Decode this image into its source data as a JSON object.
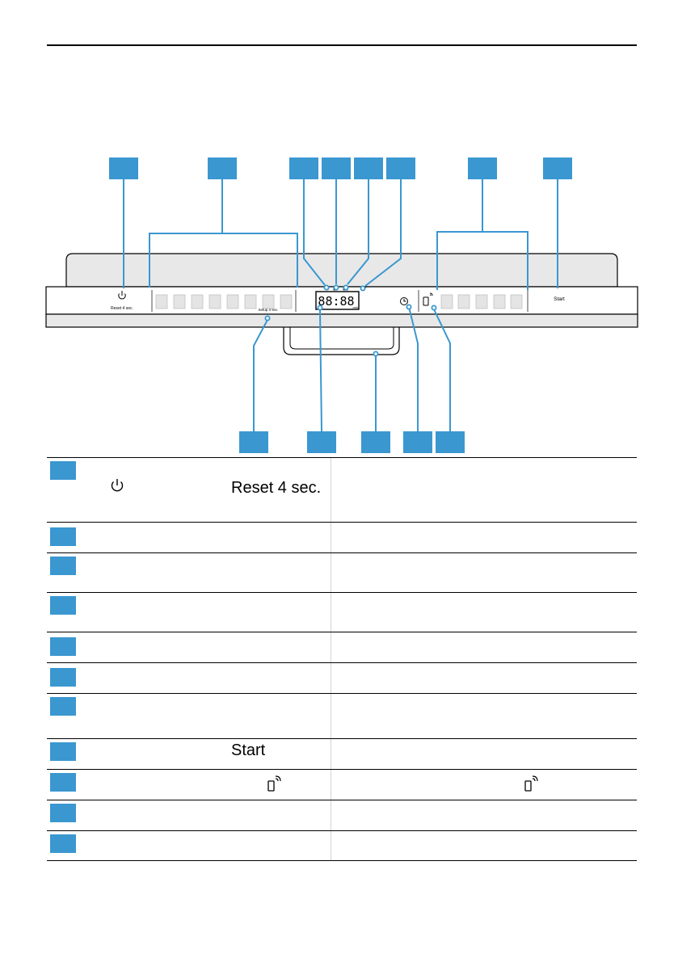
{
  "panel": {
    "reset_label": "Reset 4 sec.",
    "setup_label": "Setup 3 sec.",
    "start_label": "Start",
    "display_digits": "88:88",
    "display_unit": "min"
  },
  "colors": {
    "callout": "#3a97d0",
    "panel_bg": "#e8e8e8",
    "line": "#000000"
  },
  "legend": {
    "row1_text": "Reset 4 sec.",
    "row8_text": "Start"
  },
  "icons": [
    "power-icon",
    "clock-icon",
    "remote-start-icon",
    "wifi-icon"
  ]
}
